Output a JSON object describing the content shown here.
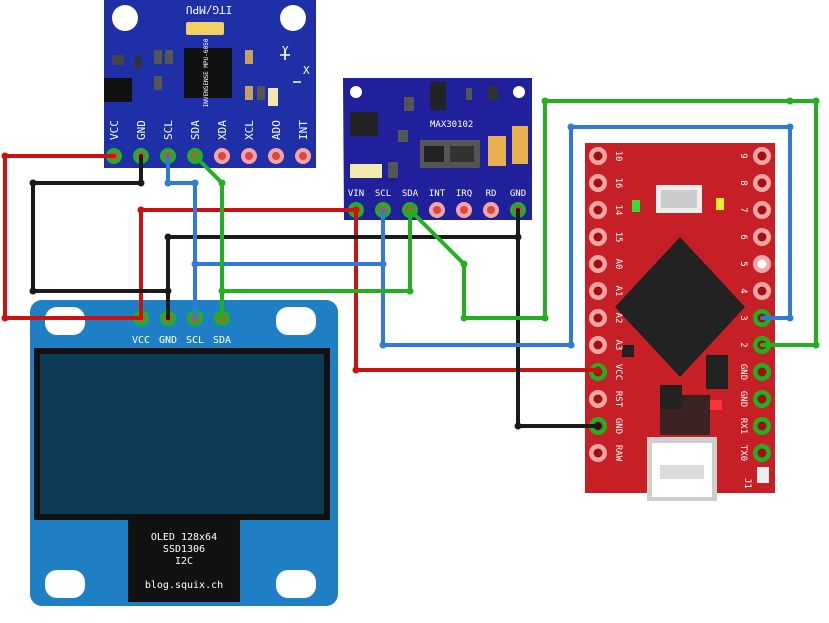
{
  "mpu_module": {
    "title": "ITG/MPU",
    "chip_text": "INVENSENSE MPU-6050",
    "axis_labels": [
      "Y",
      "X"
    ],
    "pins": [
      "VCC",
      "GND",
      "SCL",
      "SDA",
      "XDA",
      "XCL",
      "ADO",
      "INT"
    ]
  },
  "max_module": {
    "title": "MAX30102",
    "pins": [
      "VIN",
      "SCL",
      "SDA",
      "INT",
      "IRQ",
      "RD",
      "GND"
    ]
  },
  "oled_module": {
    "pins": [
      "VCC",
      "GND",
      "SCL",
      "SDA"
    ],
    "label_lines": [
      "OLED 128x64",
      "SSD1306",
      "I2C"
    ],
    "url": "blog.squix.ch"
  },
  "arduino": {
    "left_pins": [
      "10",
      "16",
      "14",
      "15",
      "A0",
      "A1",
      "A2",
      "A3",
      "VCC",
      "RST",
      "GND",
      "RAW"
    ],
    "right_pins": [
      "9",
      "8",
      "7",
      "6",
      "5",
      "4",
      "3",
      "2",
      "GND",
      "GND",
      "RX1",
      "TX0"
    ],
    "jumper_label": "J1"
  },
  "colors": {
    "mpu_board": "#1f2fa8",
    "max_board": "#20209c",
    "oled_board": "#1f7fc4",
    "oled_screen": "#0d3b57",
    "arduino_board": "#c62026",
    "wire_red": "#cc1111",
    "wire_black": "#1a1a1a",
    "wire_blue": "#2f7bd6",
    "wire_green": "#22b022"
  }
}
